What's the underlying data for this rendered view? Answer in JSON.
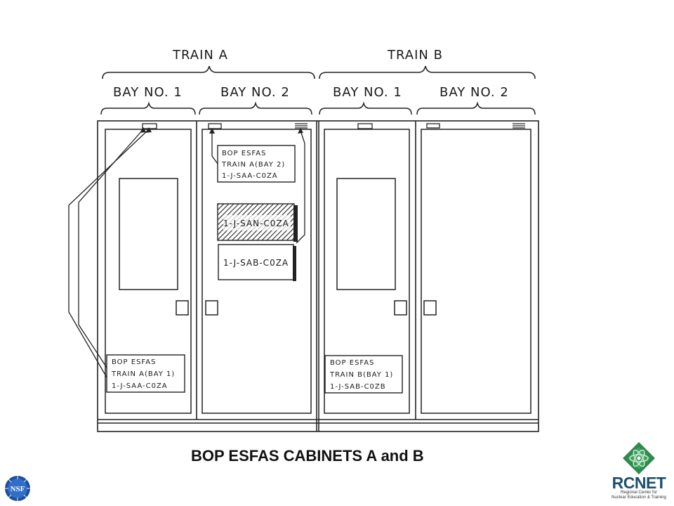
{
  "diagram": {
    "train_a": "TRAIN  A",
    "train_b": "TRAIN  B",
    "bays": [
      "BAY NO. 1",
      "BAY  NO. 2",
      "BAY  NO. 1",
      "BAY  NO. 2"
    ],
    "label_a2_lines": [
      "BOP ESFAS",
      "TRAIN A(BAY 2)",
      "1-J-SAA-C0ZA"
    ],
    "label_hatched": "1-J-SAN-C0ZA",
    "label_sab": "1-J-SAB-C0ZA",
    "label_a1_lines": [
      "BOP ESFAS",
      "TRAIN A(BAY 1)",
      "1-J-SAA-C0ZA"
    ],
    "label_b1_lines": [
      "BOP ESFAS",
      "TRAIN B(BAY 1)",
      "1-J-SAB-C0ZB"
    ]
  },
  "caption": "BOP ESFAS CABINETS A and B",
  "logos": {
    "rcnet_title": "RCNET",
    "rcnet_subtitle_1": "Regional Center for",
    "rcnet_subtitle_2": "Nuclear Education & Training",
    "nsf_text": "NSF"
  }
}
